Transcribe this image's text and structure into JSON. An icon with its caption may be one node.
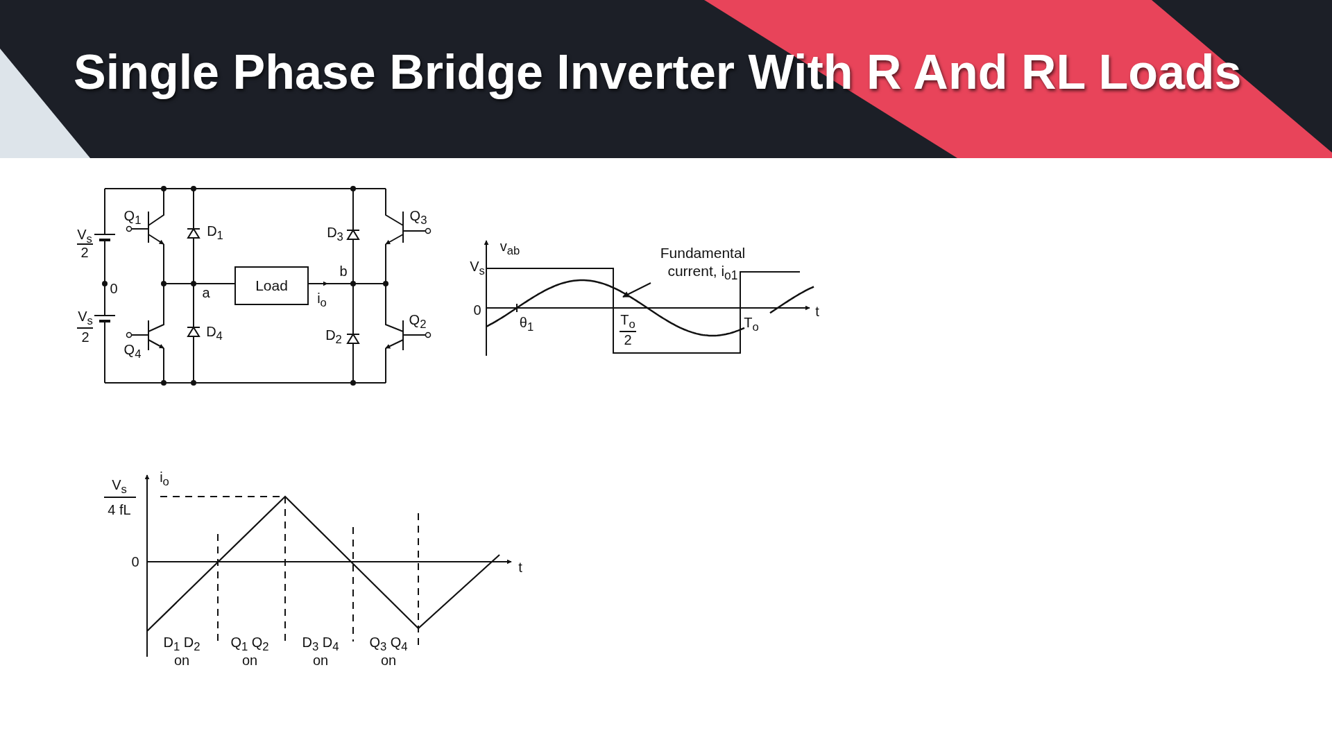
{
  "diagram": {
    "title": "Single Phase Bridge Inverter With R And RL Loads",
    "nodes": [
      {
        "text": [
          "Load"
        ]
      },
      {
        "text": [
          "Fundamental current, i$_{o1}$"
        ]
      },
      {
        "text": [],
        "shape": "curve"
      }
    ],
    "edges": [
      {
        "from": 1,
        "to": 2,
        "arrow": "to"
      }
    ],
    "labels": [
      "Q$_{1}$",
      "Q$_{3}$",
      "V$_{s}$",
      "2",
      "D$_{1}$",
      "D$_{3}$",
      "b",
      "0",
      "a",
      "i$_{o}$",
      "V$_{s}$",
      "2",
      "Q$_{2}$",
      "D$_{4}$",
      "D$_{2}$",
      "Q$_{4}$",
      "v$_{ab}$",
      "V$_{s}$",
      "0",
      "θ$_{1}$",
      "T$_{o}$",
      "2",
      "T$_{o}$",
      "t",
      "i$_{o}$",
      "V$_{s}$",
      "4 fL",
      "0",
      "t",
      "D$_{1}$ D$_{2}$ on",
      "Q$_{1}$ Q$_{2}$ on",
      "D$_{3}$ D$_{4}$ on",
      "Q$_{3}$ Q$_{4}$ on"
    ]
  }
}
